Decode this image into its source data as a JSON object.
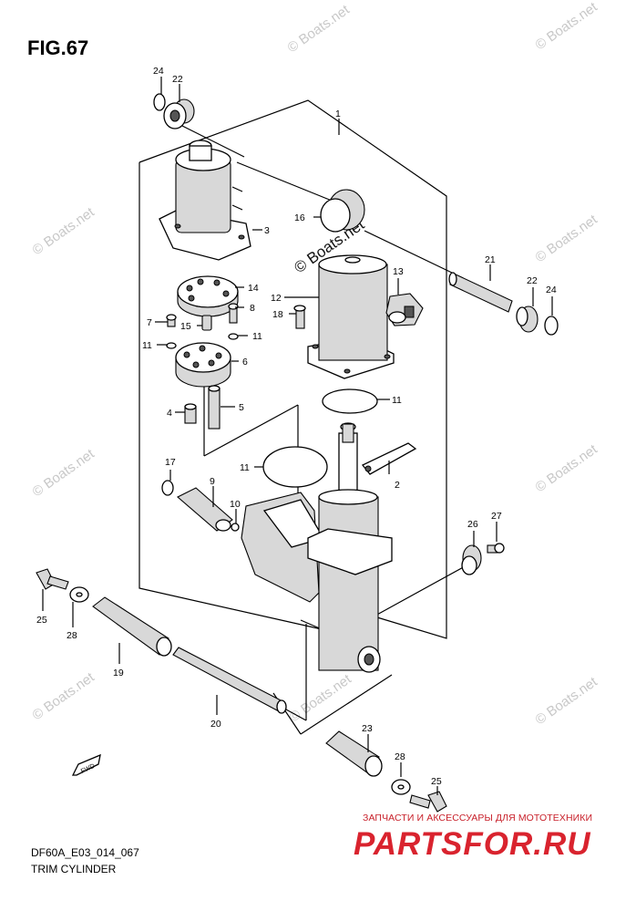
{
  "figure": {
    "title": "FIG.67",
    "code": "DF60A_E03_014_067",
    "name": "TRIM CYLINDER"
  },
  "watermark": "© Boats.net",
  "promo": {
    "tagline": "ЗАПЧАСТИ И АКСЕССУАРЫ ДЛЯ МОТОТЕХНИКИ",
    "logo": "PARTSFOR.RU"
  },
  "direction_tag": "FWD",
  "callouts": [
    "1",
    "2",
    "3",
    "4",
    "5",
    "6",
    "7",
    "8",
    "9",
    "10",
    "11",
    "11",
    "11",
    "11",
    "12",
    "13",
    "14",
    "15",
    "16",
    "17",
    "18",
    "19",
    "20",
    "21",
    "22",
    "22",
    "23",
    "24",
    "24",
    "25",
    "25",
    "26",
    "27",
    "28",
    "28"
  ],
  "colors": {
    "promo_red": "#d9232e",
    "watermark_grey": "#c8c8c8"
  }
}
